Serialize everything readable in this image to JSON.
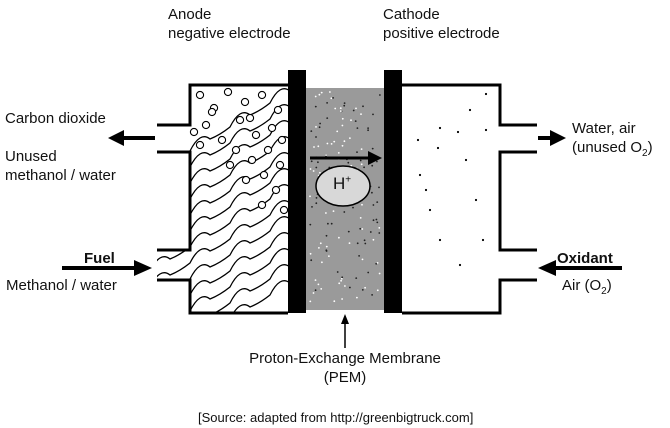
{
  "anode": {
    "line1": "Anode",
    "line2": "negative electrode"
  },
  "cathode": {
    "line1": "Cathode",
    "line2": "positive electrode"
  },
  "outputs_left": {
    "co2": "Carbon dioxide",
    "unused1": "Unused",
    "unused2": "methanol / water"
  },
  "inputs_left": {
    "fuel": "Fuel",
    "fuel_detail": "Methanol / water"
  },
  "outputs_right": {
    "line1": "Water, air",
    "line2_pre": "(unused O",
    "line2_sub": "2",
    "line2_post": ")"
  },
  "inputs_right": {
    "oxidant": "Oxidant",
    "air_pre": "Air (O",
    "air_sub": "2",
    "air_post": ")"
  },
  "membrane": {
    "line1": "Proton-Exchange Membrane",
    "line2": "(PEM)"
  },
  "ion": {
    "symbol": "H",
    "charge": "+"
  },
  "source": "[Source: adapted from http://greenbigtruck.com]"
}
